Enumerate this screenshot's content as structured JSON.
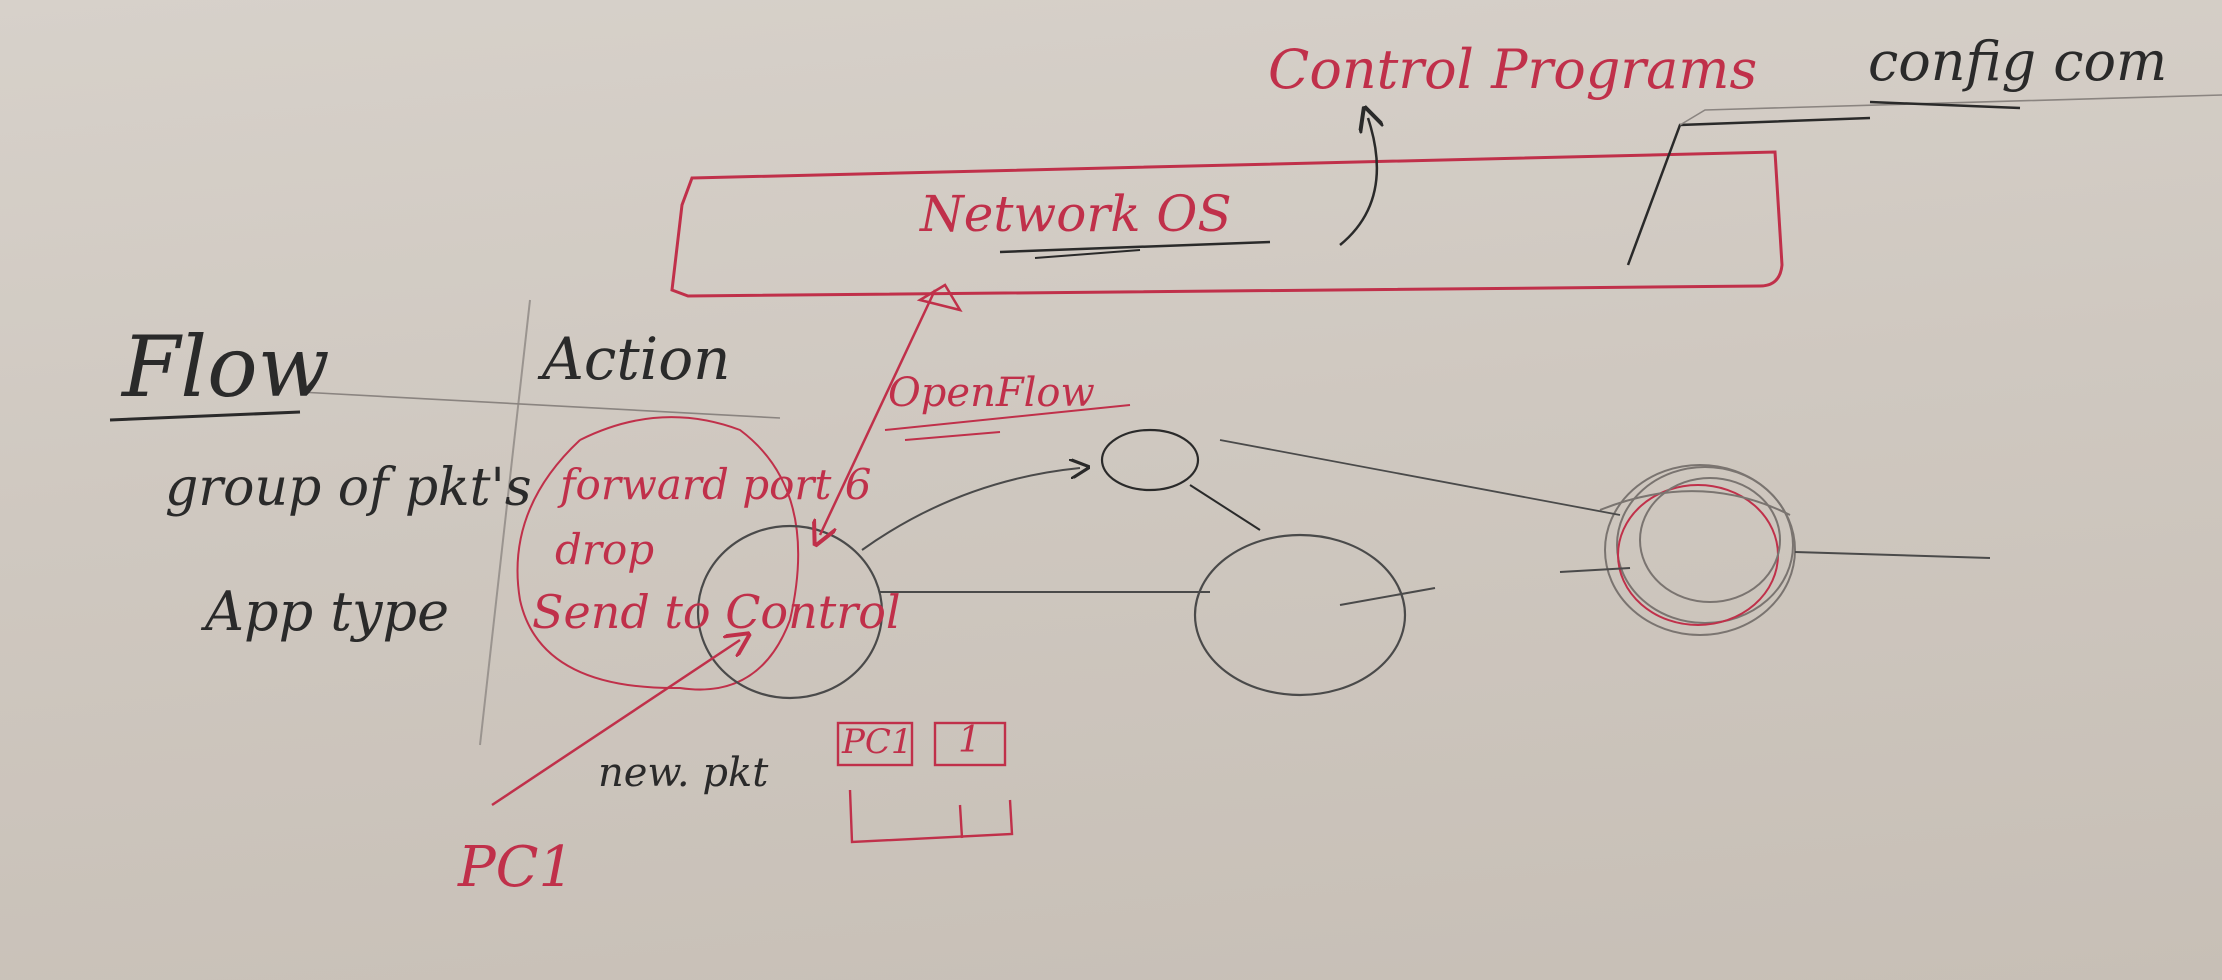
{
  "labels": {
    "control_programs": "Control Programs",
    "config_cmd": "config com",
    "network_os": "Network OS",
    "openflow": "OpenFlow",
    "flow_header": "Flow",
    "action_header": "Action",
    "flow_row1": "group of pkt's",
    "action_row1": "forward port 6",
    "action_row2": "drop",
    "flow_row3": "App type",
    "action_row3": "Send to Control",
    "new_pkt": "new. pkt",
    "table_cell1": "PC1",
    "table_cell2": "1",
    "pc1": "PC1"
  },
  "colors": {
    "board": "#d2cbc3",
    "red_marker": "#c0304a",
    "black_marker": "#2a2a2a",
    "gray_marker": "#7a7470"
  }
}
